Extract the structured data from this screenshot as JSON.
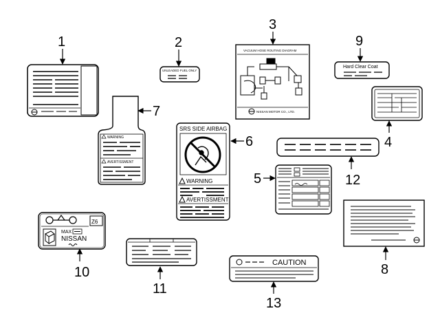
{
  "callouts": {
    "n1": "1",
    "n2": "2",
    "n3": "3",
    "n4": "4",
    "n5": "5",
    "n6": "6",
    "n7": "7",
    "n8": "8",
    "n9": "9",
    "n10": "10",
    "n11": "11",
    "n12": "12",
    "n13": "13"
  },
  "labels": {
    "fuel": {
      "text": "UNLEADED FUEL ONLY"
    },
    "vacuum": {
      "title": "VACUUM HOSE ROUTING DIAGRAM",
      "maker": "NISSAN MOTOR CO., LTD."
    },
    "clearcoat": {
      "text": "Hard Clear Coat"
    },
    "airbag": {
      "title": "SRS SIDE AIRBAG",
      "warning": "WARNING",
      "avertissement": "AVERTISSMENT"
    },
    "jack": {
      "model": "Z6",
      "max": "MAX",
      "brand": "NISSAN"
    },
    "caution": {
      "text": "CAUTION"
    },
    "sunvisor": {
      "warning": "WARNING",
      "avertissement": "AVERTISSMENT"
    }
  },
  "colors": {
    "ink": "#000000",
    "paper": "#ffffff"
  }
}
